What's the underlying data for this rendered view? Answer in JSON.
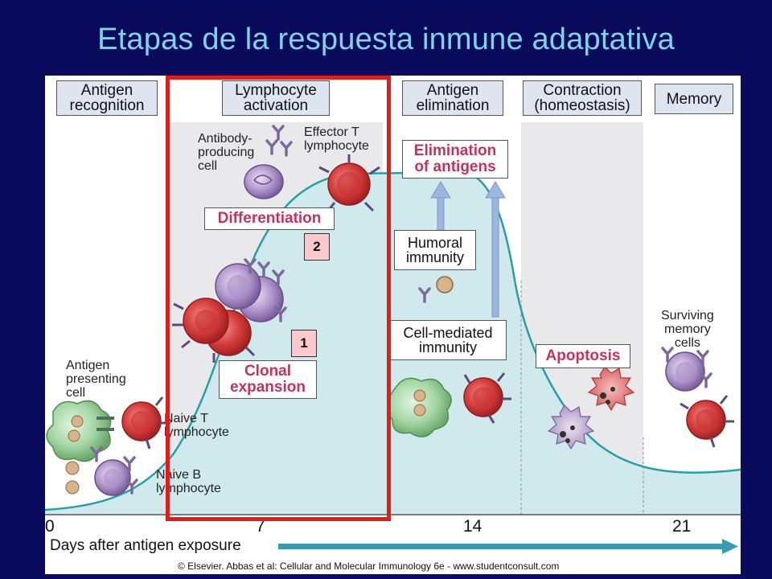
{
  "slide": {
    "title": "Etapas de la respuesta inmune adaptativa"
  },
  "stages": [
    {
      "label": "Antigen\nrecognition"
    },
    {
      "label": "Lymphocyte\nactivation"
    },
    {
      "label": "Antigen\nelimination"
    },
    {
      "label": "Contraction\n(homeostasis)"
    },
    {
      "label": "Memory"
    }
  ],
  "process_labels": {
    "differentiation": "Differentiation",
    "clonal_expansion": "Clonal\nexpansion",
    "elimination": "Elimination\nof antigens",
    "apoptosis": "Apoptosis"
  },
  "immunity_labels": {
    "humoral": "Humoral\nimmunity",
    "cell_mediated": "Cell-mediated\nimmunity"
  },
  "cell_labels": {
    "antibody_producing": "Antibody-\nproducing\ncell",
    "effector_t": "Effector T\nlymphocyte",
    "antigen_presenting": "Antigen\npresenting\ncell",
    "naive_t": "Naive T\nlymphocyte",
    "naive_b": "Naive B\nlymphocyte",
    "surviving_memory": "Surviving\nmemory\ncells"
  },
  "markers": [
    "2",
    "1"
  ],
  "axis": {
    "ticks": [
      "0",
      "7",
      "14",
      "21"
    ],
    "label": "Days after antigen exposure"
  },
  "credit": "© Elsevier. Abbas et al: Cellular and Molecular Immunology 6e - www.studentconsult.com",
  "colors": {
    "background": "#0b0b5e",
    "title": "#7fd3e6",
    "curve_fill": "#cfe9ec",
    "curve_line": "#2a9ea6",
    "highlight": "#e21b1b",
    "arrow": "#3a9bb0"
  }
}
